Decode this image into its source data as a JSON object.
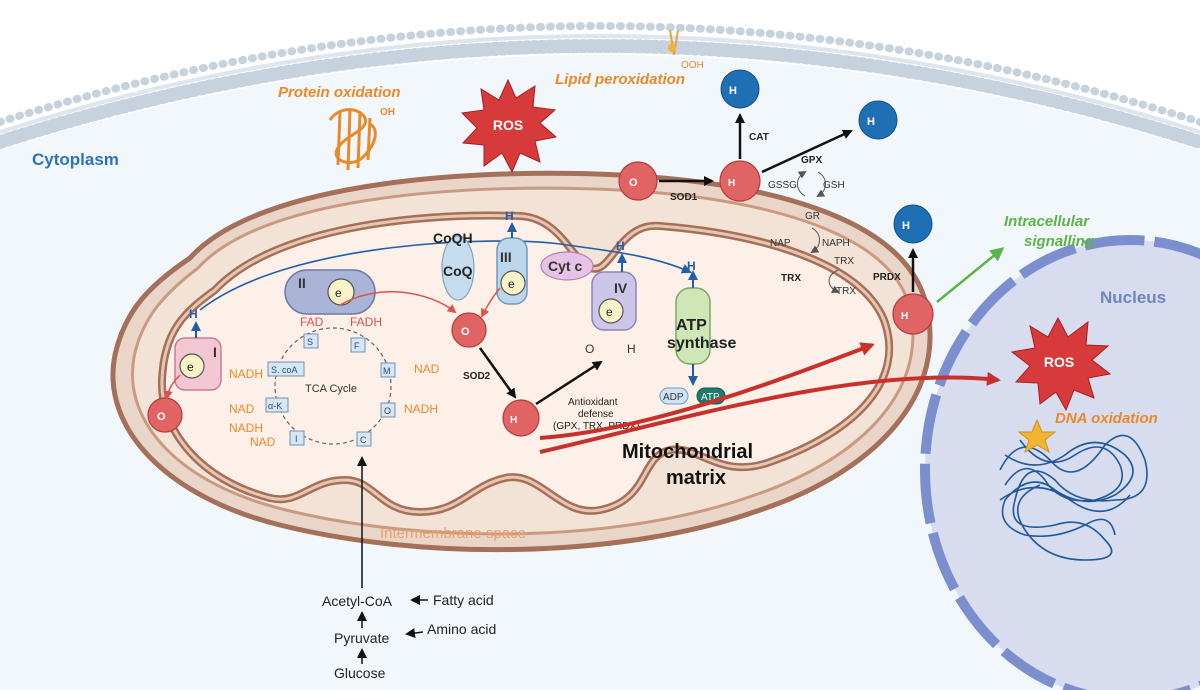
{
  "labels": {
    "cytoplasm": "Cytoplasm",
    "nucleus": "Nucleus",
    "protein_oxidation": "Protein oxidation",
    "lipid_peroxidation": "Lipid peroxidation",
    "ros": "ROS",
    "ooh": "OOH",
    "oh": "OH",
    "intracellular_line1": "Intracellular",
    "intracellular_line2": "signalling",
    "dna_oxidation": "DNA oxidation",
    "mito_matrix_line1": "Mitochondrial",
    "mito_matrix_line2": "matrix",
    "intermembrane_space": "Intermembrane space",
    "tca_cycle": "TCA Cycle",
    "atp_line1": "ATP",
    "atp_line2": "synthase",
    "adp": "ADP",
    "atp": "ATP",
    "cyt_c": "Cyt c",
    "coqh2": "CoQH",
    "coq": "CoQ",
    "complex_i": "I",
    "complex_ii": "II",
    "complex_iii": "III",
    "complex_iv": "IV",
    "electron": "e",
    "proton": "H",
    "h2o": "H",
    "h2o2": "H",
    "o2_sup": "O",
    "o2": "O",
    "sod1": "SOD1",
    "sod2": "SOD2",
    "cat": "CAT",
    "gpx": "GPX",
    "gssg": "GSSG",
    "gsh": "GSH",
    "gr": "GR",
    "nap": "NAP",
    "naph": "NAPH",
    "trx": "TRX",
    "trx_red": "TRX",
    "trx_ox": "TRX",
    "prdx": "PRDX",
    "antiox_line1": "Antioxidant",
    "antiox_line2": "defense",
    "antiox_line3": "(GPX, TRX, PRDX)",
    "fad": "FAD",
    "fadh2": "FADH",
    "nadh": "NADH",
    "nad": "NAD",
    "tca_s_coa": "S. coA",
    "tca_s": "S",
    "tca_f": "F",
    "tca_m": "M",
    "tca_o": "O",
    "tca_c": "C",
    "tca_i": "I",
    "tca_ak": "α-K",
    "acetyl_coa": "Acetyl-CoA",
    "fatty_acid": "Fatty acid",
    "pyruvate": "Pyruvate",
    "amino_acid": "Amino acid",
    "glucose": "Glucose"
  },
  "colors": {
    "cytoplasm_bg": "#f2f7fb",
    "membrane": "#b8c6d3",
    "title_blue": "#2e74b5",
    "orange_text": "#e8892b",
    "ros_red": "#d63a3a",
    "h2o_blue": "#1f6fb5",
    "sod_red": "#e06464",
    "green": "#5ab546",
    "mito_outer": "#a4705a",
    "mito_inner_fill": "#fdf0e8",
    "nucleus_fill": "#d8dcef",
    "nucleus_border": "#7b8fcf"
  }
}
